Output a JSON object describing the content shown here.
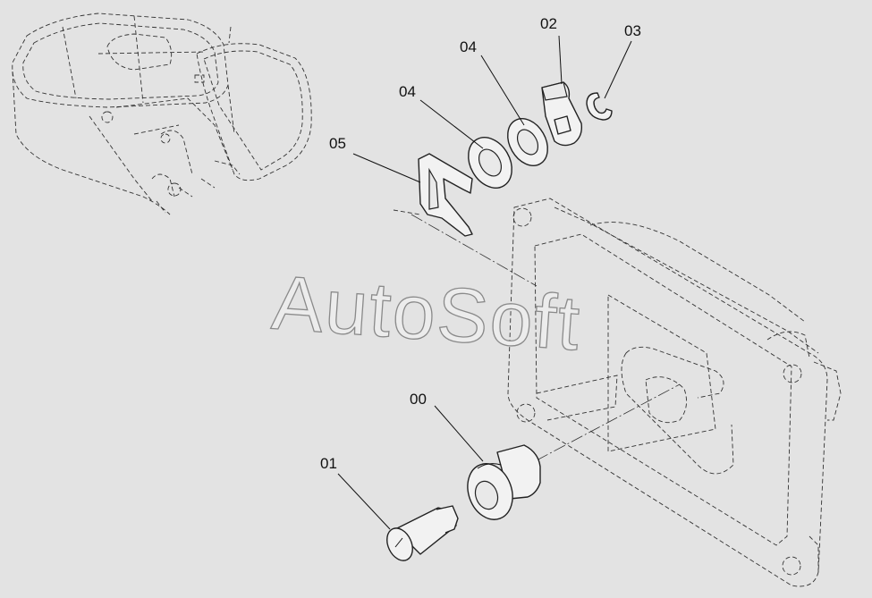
{
  "watermark": "AutoSoft",
  "callouts": {
    "c00": "00",
    "c01": "01",
    "c02": "02",
    "c03": "03",
    "c04a": "04",
    "c04b": "04",
    "c05": "05"
  }
}
